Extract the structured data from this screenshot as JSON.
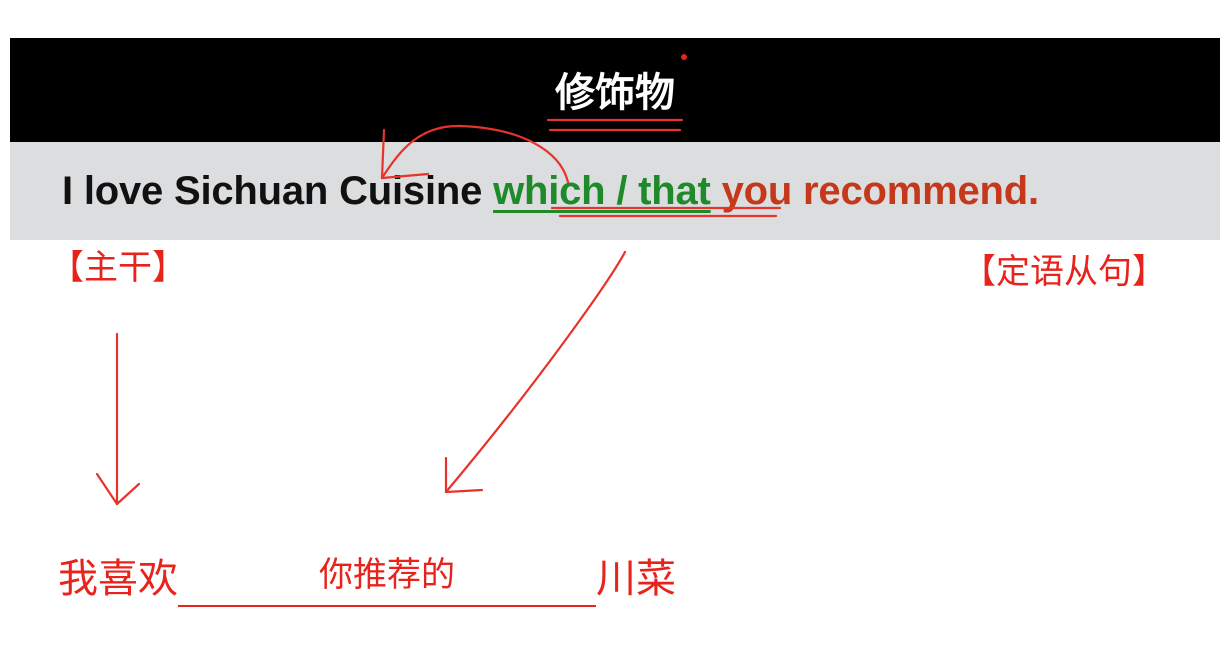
{
  "title": "修饰物",
  "sentence": {
    "main_clause": "I love Sichuan Cuisine",
    "relative_pronoun": "which / that",
    "rest": "you recommend."
  },
  "labels": {
    "main": "【主干】",
    "clause": "【定语从句】"
  },
  "translation": {
    "prefix": "我喜欢",
    "blank_fill": "你推荐的",
    "suffix": "川菜"
  },
  "colors": {
    "ink_red": "#e8231c",
    "green": "#1e8a2a",
    "dark_red": "#c4391c",
    "banner": "#000000",
    "sentence_bg": "#dcdddf"
  }
}
